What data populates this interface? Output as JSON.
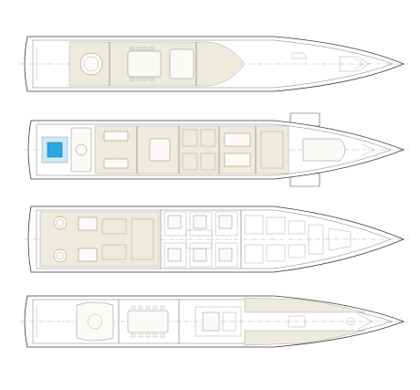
{
  "figure": {
    "background": "#ffffff",
    "line_color": "#3a3a3a",
    "deck_tint_color": "#eeeadd",
    "pool_color": "#2aa7e0"
  },
  "decks": [
    {
      "key": "sun-deck"
    },
    {
      "key": "upper-deck"
    },
    {
      "key": "lower-deck"
    },
    {
      "key": "main-deck-exterior"
    }
  ]
}
